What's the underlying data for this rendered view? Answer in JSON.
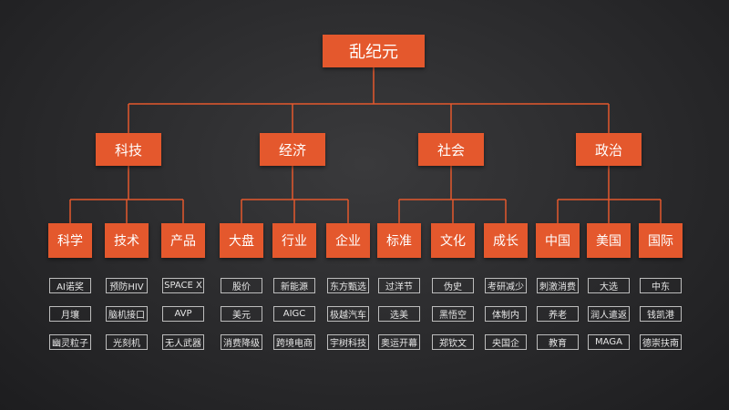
{
  "colors": {
    "node": "#e4582d",
    "line": "#e4582d",
    "tag_border": "#bdbdbd",
    "tag_text": "#e6e6e6"
  },
  "root": {
    "label": "乱纪元"
  },
  "categories": [
    {
      "label": "科技",
      "children": [
        {
          "label": "科学",
          "tags": [
            "AI诺奖",
            "月壤",
            "幽灵粒子"
          ]
        },
        {
          "label": "技术",
          "tags": [
            "预防HIV",
            "脑机接口",
            "光刻机"
          ]
        },
        {
          "label": "产品",
          "tags": [
            "SPACE X",
            "AVP",
            "无人武器"
          ]
        }
      ]
    },
    {
      "label": "经济",
      "children": [
        {
          "label": "大盘",
          "tags": [
            "股价",
            "美元",
            "消费降级"
          ]
        },
        {
          "label": "行业",
          "tags": [
            "新能源",
            "AIGC",
            "跨境电商"
          ]
        },
        {
          "label": "企业",
          "tags": [
            "东方甄选",
            "极越汽车",
            "宇树科技"
          ]
        }
      ]
    },
    {
      "label": "社会",
      "children": [
        {
          "label": "标准",
          "tags": [
            "过洋节",
            "选美",
            "奥运开幕"
          ]
        },
        {
          "label": "文化",
          "tags": [
            "伪史",
            "黑悟空",
            "郑钦文"
          ]
        },
        {
          "label": "成长",
          "tags": [
            "考研减少",
            "体制内",
            "央国企"
          ]
        }
      ]
    },
    {
      "label": "政治",
      "children": [
        {
          "label": "中国",
          "tags": [
            "刺激消费",
            "养老",
            "教育"
          ]
        },
        {
          "label": "美国",
          "tags": [
            "大选",
            "润人遣返",
            "MAGA"
          ]
        },
        {
          "label": "国际",
          "tags": [
            "中东",
            "钱凯港",
            "德崇扶南"
          ]
        }
      ]
    }
  ]
}
